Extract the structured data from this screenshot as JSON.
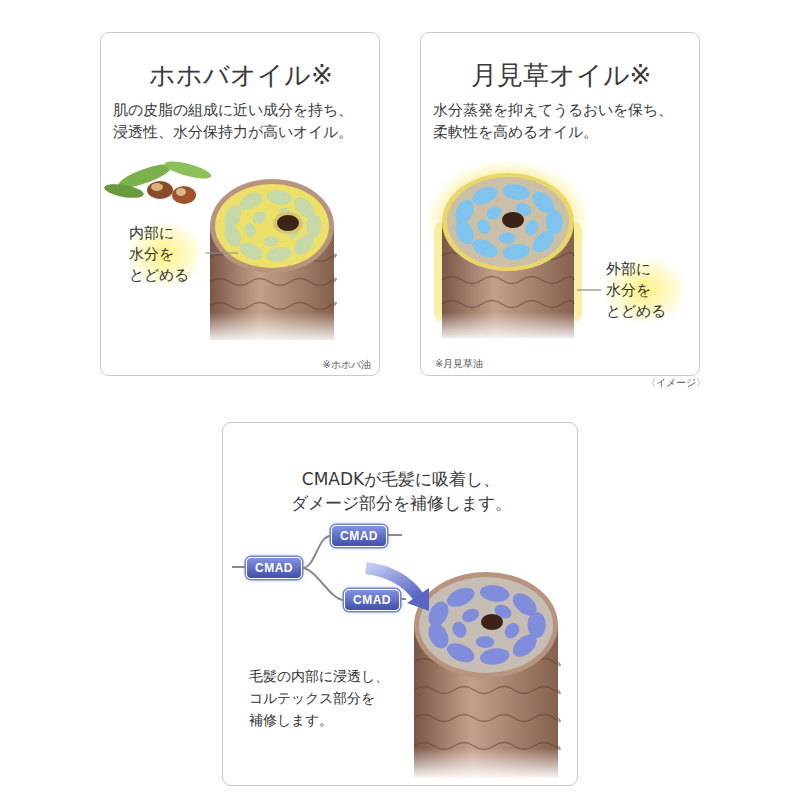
{
  "diagram": {
    "nodes": [
      {
        "text": [
          "ホホバオイル※",
          "肌の皮脂の組成に近い成分を持ち、 浸透性、水分保持力が高いオイル。",
          "内部に 水分を とどめる",
          "※ホホバ油"
        ]
      },
      {
        "text": [
          "月見草オイル※",
          "水分蒸発を抑えてうるおいを保ち、 柔軟性を高めるオイル。",
          "外部に 水分を とどめる",
          "※月見草油"
        ]
      },
      {
        "text": [
          "CMADKが毛髪に吸着し、 ダメージ部分を補修します。",
          "毛髪の内部に浸透し、 コルテックス部分を 補修します。"
        ]
      },
      {
        "text": [
          "CMAD"
        ],
        "in": 2
      },
      {
        "text": [
          "CMAD"
        ],
        "in": 2
      },
      {
        "text": [
          "CMAD"
        ],
        "in": 2
      }
    ],
    "edges": [
      {
        "from": 3,
        "to": 4,
        "arrow": "none"
      },
      {
        "from": 3,
        "to": 5,
        "arrow": "none"
      }
    ],
    "labels": [
      "〈イメージ〉"
    ]
  }
}
